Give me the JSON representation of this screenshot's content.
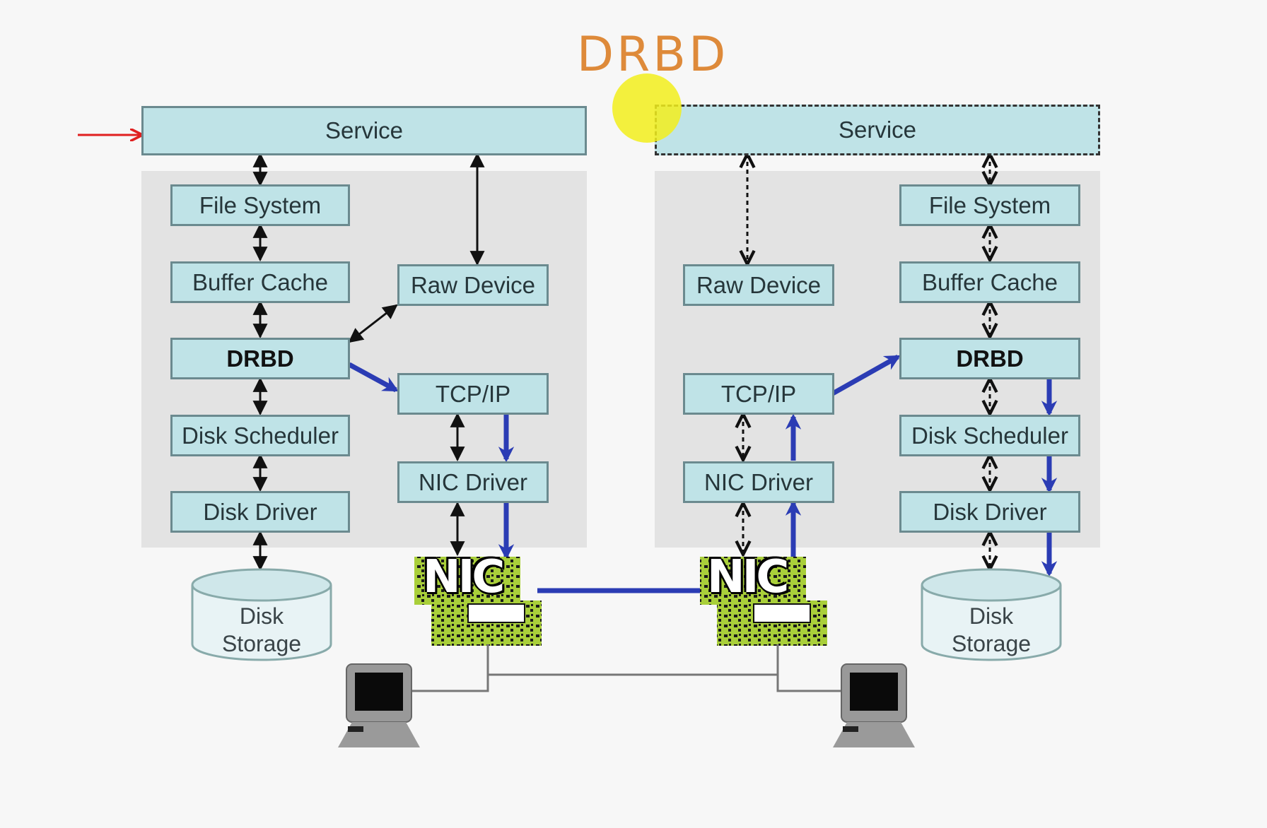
{
  "title": "DRBD",
  "left": {
    "service": "Service",
    "file_system": "File System",
    "buffer_cache": "Buffer Cache",
    "raw_device": "Raw Device",
    "drbd": "DRBD",
    "tcp_ip": "TCP/IP",
    "disk_scheduler": "Disk Scheduler",
    "nic_driver": "NIC Driver",
    "disk_driver": "Disk Driver",
    "nic": "NIC",
    "disk_line1": "Disk",
    "disk_line2": "Storage"
  },
  "right": {
    "service": "Service",
    "file_system": "File System",
    "buffer_cache": "Buffer Cache",
    "raw_device": "Raw Device",
    "drbd": "DRBD",
    "tcp_ip": "TCP/IP",
    "disk_scheduler": "Disk Scheduler",
    "nic_driver": "NIC Driver",
    "disk_driver": "Disk Driver",
    "nic": "NIC",
    "disk_line1": "Disk",
    "disk_line2": "Storage"
  },
  "colors": {
    "title": "#de8a3a",
    "box_fill": "#bfe3e7",
    "panel": "#e3e3e3",
    "replication_arrow": "#2b3cb4",
    "pointer_arrow": "#e02020",
    "highlight_dot": "#f2ee1c",
    "nic_chip": "#a9cf3a"
  },
  "icons": [
    "red-pointer-arrow-icon",
    "yellow-cursor-highlight-icon",
    "nic-chip-icon",
    "disk-cylinder-icon",
    "computer-terminal-icon"
  ]
}
